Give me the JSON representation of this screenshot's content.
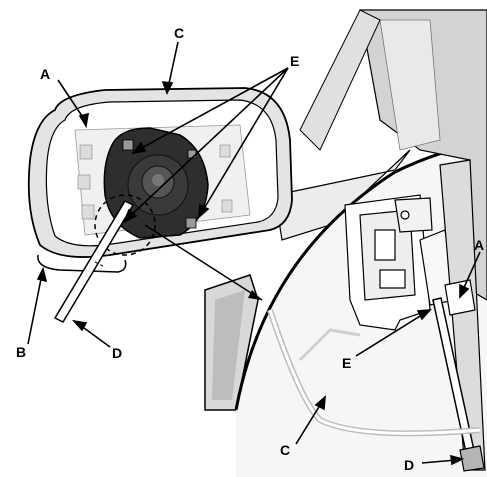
{
  "callouts": {
    "a_left": "A",
    "b": "B",
    "c_top": "C",
    "d_left": "D",
    "e_top": "E",
    "a_right": "A",
    "e_right": "E",
    "c_bottom": "C",
    "d_right": "D"
  },
  "colors": {
    "line": "#000000",
    "body_gray": "#c9c9c9",
    "light_gray": "#e6e6e6",
    "dark_part": "#2a2a2a",
    "mid_gray": "#9a9a9a"
  }
}
